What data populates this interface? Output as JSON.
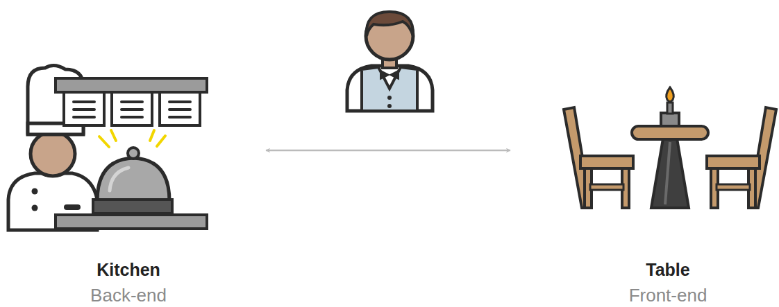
{
  "diagram": {
    "nodes": [
      {
        "text": [
          "Kitchen",
          "Back-end"
        ]
      },
      {
        "text": [
          "Table",
          "Front-end"
        ]
      }
    ],
    "edges": [
      {
        "from": 0,
        "to": 1,
        "arrow": "both"
      }
    ]
  }
}
